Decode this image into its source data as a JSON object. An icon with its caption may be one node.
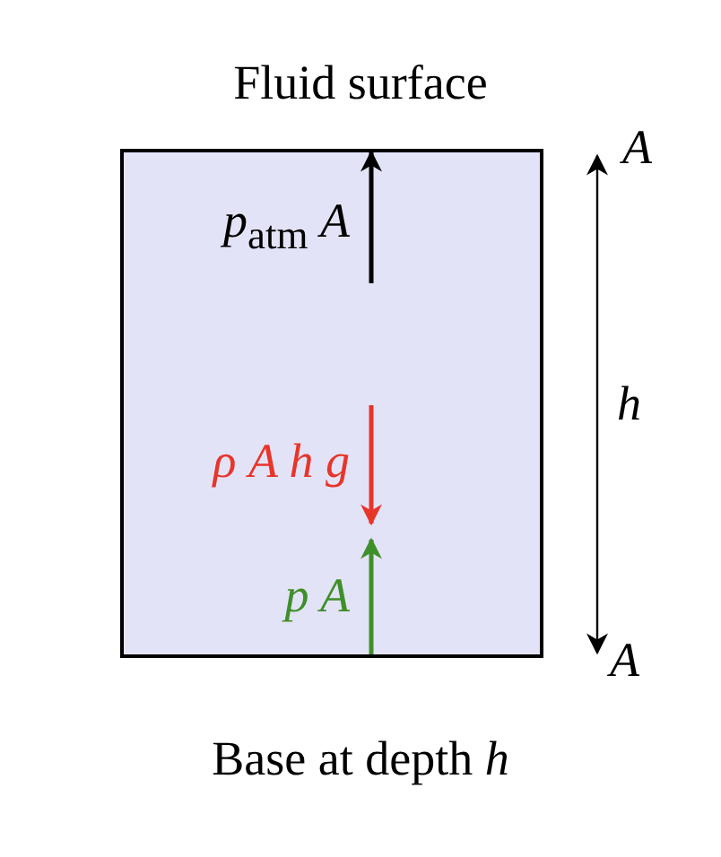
{
  "diagram": {
    "title": "Fluid surface",
    "caption": "Base at depth *h*",
    "nodes": [
      {
        "text": [
          "*p*$_{atm}$ *A*",
          "ρ A h g",
          "p A"
        ]
      }
    ],
    "labels": [
      "A",
      "h",
      "A"
    ]
  }
}
